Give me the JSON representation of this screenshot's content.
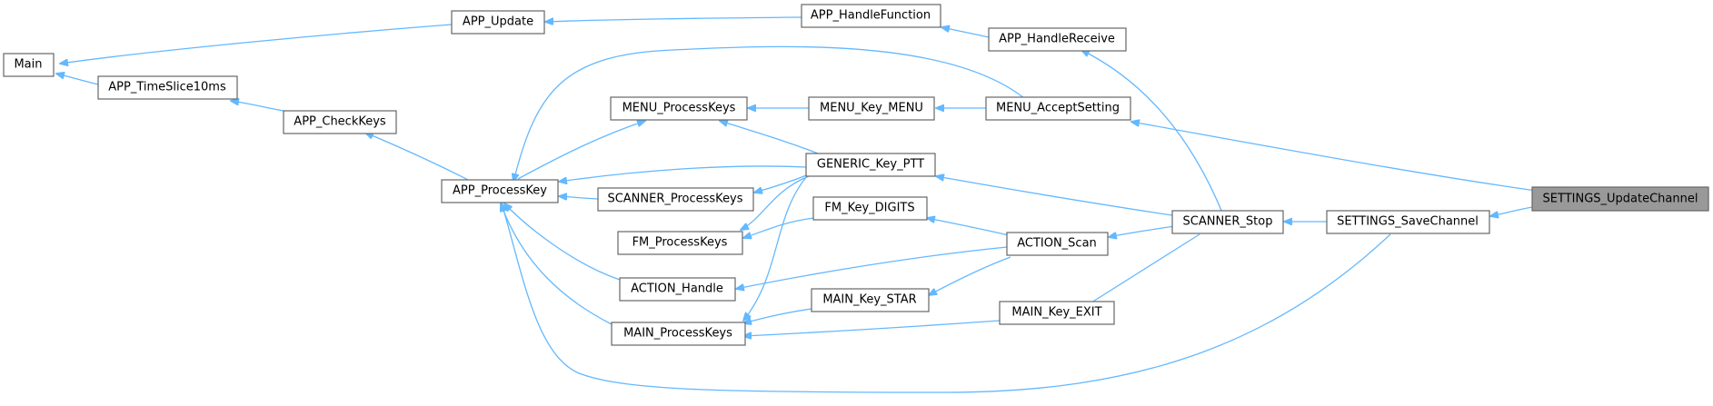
{
  "graph": {
    "title": "",
    "accent_color": "#63b8ff",
    "root_fill": "#999999",
    "nodes": {
      "main": "Main",
      "app_update": "APP_Update",
      "app_timeslice": "APP_TimeSlice10ms",
      "app_handlefunction": "APP_HandleFunction",
      "app_handlereceive": "APP_HandleReceive",
      "app_checkkeys": "APP_CheckKeys",
      "app_processkey": "APP_ProcessKey",
      "menu_processkeys": "MENU_ProcessKeys",
      "menu_key_menu": "MENU_Key_MENU",
      "menu_acceptsetting": "MENU_AcceptSetting",
      "generic_key_ptt": "GENERIC_Key_PTT",
      "scanner_processkeys": "SCANNER_ProcessKeys",
      "fm_key_digits": "FM_Key_DIGITS",
      "fm_processkeys": "FM_ProcessKeys",
      "action_scan": "ACTION_Scan",
      "action_handle": "ACTION_Handle",
      "main_key_star": "MAIN_Key_STAR",
      "main_key_exit": "MAIN_Key_EXIT",
      "main_processkeys": "MAIN_ProcessKeys",
      "scanner_stop": "SCANNER_Stop",
      "settings_savechannel": "SETTINGS_SaveChannel",
      "settings_updatechannel": "SETTINGS_UpdateChannel"
    }
  }
}
